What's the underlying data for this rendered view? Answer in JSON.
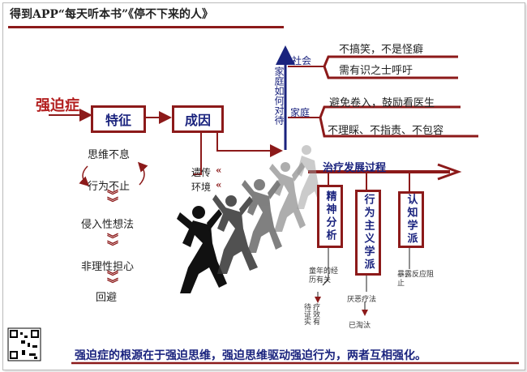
{
  "title": "得到APP“每天听本书”《停不下来的人》",
  "root": "强迫症",
  "features": {
    "label": "特征",
    "items": [
      "思维不息",
      "行为不止",
      "侵入性想法",
      "非理性担心",
      "回避"
    ]
  },
  "causes": {
    "label": "成因",
    "items": [
      "遗传",
      "环境"
    ]
  },
  "family_response": {
    "label": "家庭如何对待",
    "society": {
      "label": "社会",
      "items": [
        "不搞笑，不是怪癖",
        "需有识之士呼吁"
      ]
    },
    "family": {
      "label": "家庭",
      "items": [
        "避免卷入，鼓励看医生",
        "不理睬、不指责、不包容"
      ]
    }
  },
  "treatment": {
    "label": "治疗发展过程",
    "schools": [
      {
        "label": "精神分析",
        "note": "童年的经历有关",
        "result": "疗效有待证实"
      },
      {
        "label": "行为主义学派",
        "note": "厌恶疗法",
        "result": "已淘汰"
      },
      {
        "label": "认知学派",
        "note": "暴露反应阻止",
        "result": ""
      }
    ]
  },
  "summary": "强迫症的根源在于强迫思维，强迫思维驱动强迫行为，两者互相强化。",
  "icons": [
    "qr-code-icon",
    "chevron-down-icon",
    "chevron-left-icon",
    "arrow-right-icon",
    "dancer-silhouette"
  ],
  "colors": {
    "accent": "#8c1a1a",
    "text_blue": "#1a237e",
    "root_red": "#b32020"
  }
}
